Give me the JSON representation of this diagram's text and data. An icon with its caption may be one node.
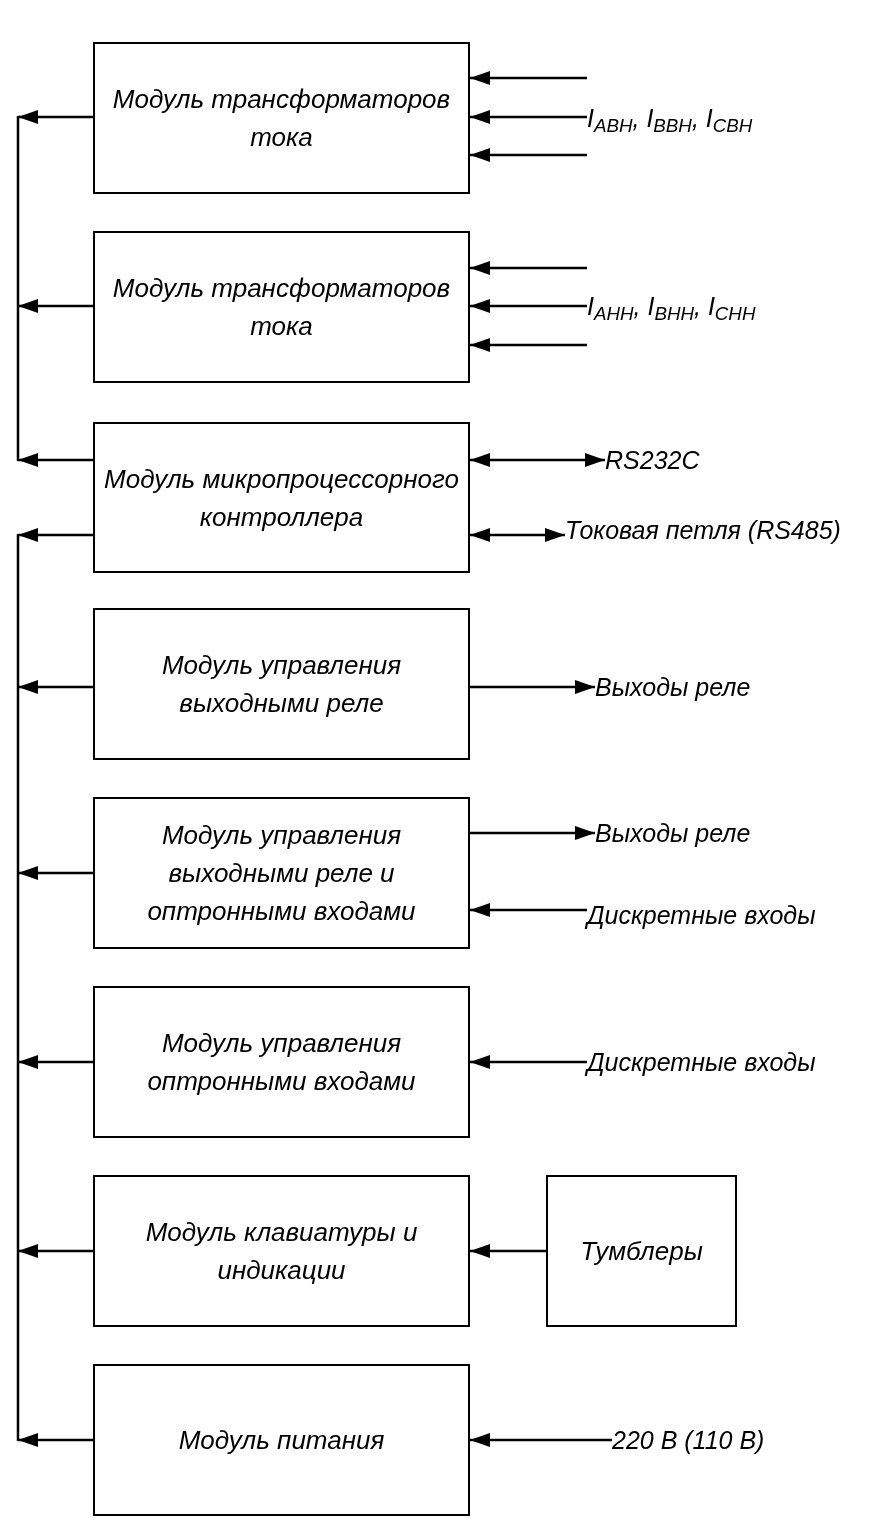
{
  "diagram": {
    "nodes": [
      {
        "text": [
          "Модуль трансформаторов тока"
        ]
      },
      {
        "text": [
          "Модуль трансформаторов тока"
        ]
      },
      {
        "text": [
          "Модуль микропроцессорного контроллера"
        ]
      },
      {
        "text": [
          "Модуль управления выходными реле"
        ]
      },
      {
        "text": [
          "Модуль управления выходными реле и оптронными входами"
        ]
      },
      {
        "text": [
          "Модуль управления оптронными входами"
        ]
      },
      {
        "text": [
          "Модуль клавиатуры и индикации"
        ]
      },
      {
        "text": [
          "Тумблеры"
        ]
      },
      {
        "text": [
          "Модуль питания"
        ]
      },
      {
        "text": [
          "I$_{AВН}$, I$_{BВН}$, I$_{CВН}$"
        ]
      },
      {
        "text": [
          "I$_{AНН}$, I$_{BНН}$, I$_{CНН}$"
        ]
      },
      {
        "text": [
          "RS232C"
        ]
      },
      {
        "text": [
          "Токовая петля (RS485)"
        ]
      },
      {
        "text": [
          "Выходы реле"
        ]
      },
      {
        "text": [
          "Выходы реле"
        ]
      },
      {
        "text": [
          "Дискретные входы"
        ]
      },
      {
        "text": [
          "Дискретные входы"
        ]
      },
      {
        "text": [
          "220 В (110 В)"
        ]
      }
    ],
    "edges": [
      {
        "from": 0,
        "to": null,
        "arrow": "to"
      },
      {
        "from": 1,
        "to": null,
        "arrow": "to"
      },
      {
        "from": 2,
        "to": null,
        "arrow": "to"
      },
      {
        "from": 2,
        "to": null,
        "arrow": "to"
      },
      {
        "from": 3,
        "to": null,
        "arrow": "to"
      },
      {
        "from": 4,
        "to": null,
        "arrow": "to"
      },
      {
        "from": 5,
        "to": null,
        "arrow": "to"
      },
      {
        "from": 6,
        "to": null,
        "arrow": "to"
      },
      {
        "from": 8,
        "to": null,
        "arrow": "to"
      },
      {
        "from": 9,
        "to": 0,
        "arrow": "to"
      },
      {
        "from": 9,
        "to": 0,
        "arrow": "to"
      },
      {
        "from": 9,
        "to": 0,
        "arrow": "to"
      },
      {
        "from": 10,
        "to": 1,
        "arrow": "to"
      },
      {
        "from": 10,
        "to": 1,
        "arrow": "to"
      },
      {
        "from": 10,
        "to": 1,
        "arrow": "to"
      },
      {
        "from": 2,
        "to": 11,
        "arrow": "both"
      },
      {
        "from": 2,
        "to": 12,
        "arrow": "both"
      },
      {
        "from": 3,
        "to": 13,
        "arrow": "to"
      },
      {
        "from": 4,
        "to": 14,
        "arrow": "to"
      },
      {
        "from": 15,
        "to": 4,
        "arrow": "to"
      },
      {
        "from": 16,
        "to": 5,
        "arrow": "to"
      },
      {
        "from": 7,
        "to": 6,
        "arrow": "to"
      },
      {
        "from": 17,
        "to": 8,
        "arrow": "to"
      }
    ]
  }
}
